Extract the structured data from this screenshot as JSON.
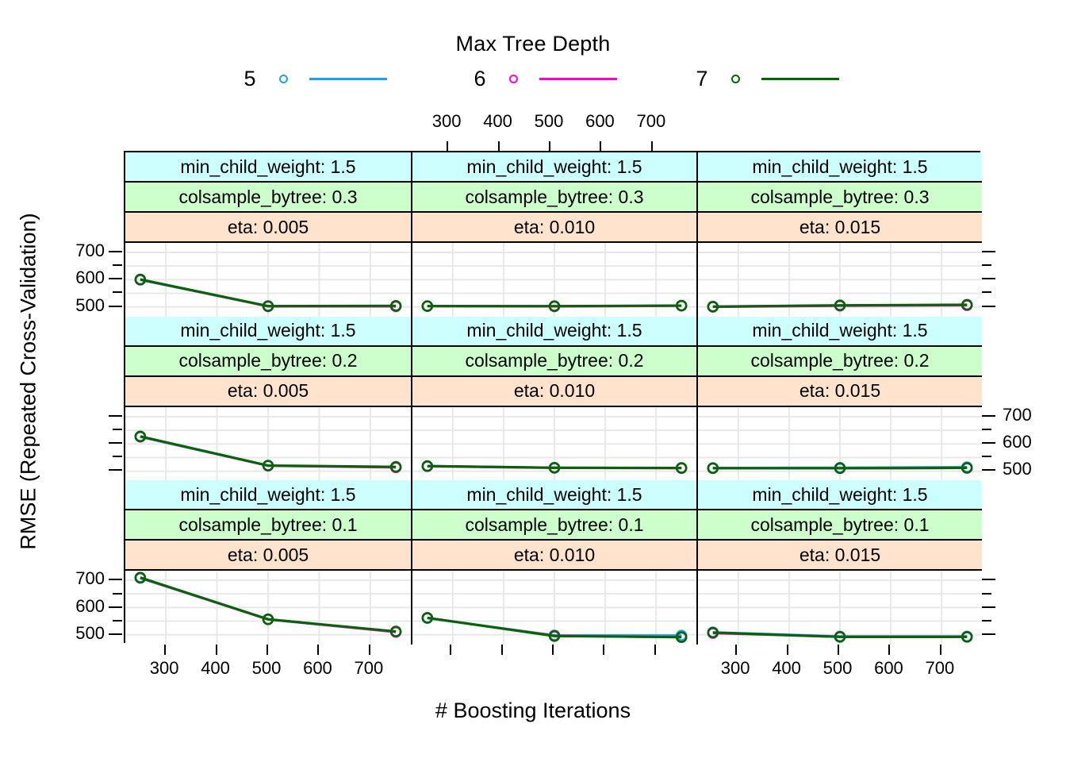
{
  "legend": {
    "title": "Max Tree Depth",
    "entries": [
      {
        "label": "5",
        "color": "#1f9fec",
        "symbol": "open-circle"
      },
      {
        "label": "6",
        "color": "#ff00cc",
        "symbol": "open-circle"
      },
      {
        "label": "7",
        "color": "#006600",
        "symbol": "open-circle"
      }
    ]
  },
  "axes": {
    "xlabel": "# Boosting Iterations",
    "ylabel": "RMSE (Repeated Cross-Validation)",
    "x_ticks": [
      300,
      400,
      500,
      600,
      700
    ],
    "x_tick_labels": [
      "300",
      "400",
      "500",
      "600",
      "700"
    ],
    "xlim": [
      230,
      770
    ],
    "y_major_ticks": [
      500,
      600,
      700
    ],
    "y_major_labels": [
      "500",
      "600",
      "700"
    ],
    "y_minor_ticks": [
      550,
      650
    ],
    "ylim": [
      465,
      735
    ]
  },
  "strip_colors": {
    "min_child_weight": "#ccffff",
    "colsample_bytree": "#ccffcc",
    "eta": "#ffe3cc"
  },
  "chart_data": {
    "type": "line",
    "title": "Max Tree Depth",
    "xlabel": "# Boosting Iterations",
    "ylabel": "RMSE (Repeated Cross-Validation)",
    "xlim": [
      230,
      770
    ],
    "ylim": [
      465,
      735
    ],
    "grid": true,
    "legend_position": "top",
    "x": [
      250,
      500,
      750
    ],
    "panel_rows": [
      {
        "strips": [
          "min_child_weight: 1.5",
          "colsample_bytree: 0.3"
        ],
        "panels": [
          {
            "strips": [
              "min_child_weight: 1.5",
              "colsample_bytree: 0.3",
              "eta: 0.005"
            ],
            "series": [
              {
                "name": "5",
                "values": [
                  599,
                  503,
                  503
                ]
              },
              {
                "name": "6",
                "values": [
                  600,
                  502,
                  502
                ]
              },
              {
                "name": "7",
                "values": [
                  601,
                  503,
                  504
                ]
              }
            ]
          },
          {
            "strips": [
              "min_child_weight: 1.5",
              "colsample_bytree: 0.3",
              "eta: 0.010"
            ],
            "series": [
              {
                "name": "5",
                "values": [
                  503,
                  502,
                  505
                ]
              },
              {
                "name": "6",
                "values": [
                  503,
                  502,
                  504
                ]
              },
              {
                "name": "7",
                "values": [
                  503,
                  503,
                  505
                ]
              }
            ]
          },
          {
            "strips": [
              "min_child_weight: 1.5",
              "colsample_bytree: 0.3",
              "eta: 0.015"
            ],
            "series": [
              {
                "name": "5",
                "values": [
                  501,
                  505,
                  507
                ]
              },
              {
                "name": "6",
                "values": [
                  500,
                  504,
                  506
                ]
              },
              {
                "name": "7",
                "values": [
                  501,
                  506,
                  508
                ]
              }
            ]
          }
        ]
      },
      {
        "strips": [
          "min_child_weight: 1.5",
          "colsample_bytree: 0.2"
        ],
        "panels": [
          {
            "strips": [
              "min_child_weight: 1.5",
              "colsample_bytree: 0.2",
              "eta: 0.005"
            ],
            "series": [
              {
                "name": "5",
                "values": [
                  626,
                  520,
                  515
                ]
              },
              {
                "name": "6",
                "values": [
                  627,
                  520,
                  514
                ]
              },
              {
                "name": "7",
                "values": [
                  628,
                  521,
                  516
                ]
              }
            ]
          },
          {
            "strips": [
              "min_child_weight: 1.5",
              "colsample_bytree: 0.2",
              "eta: 0.010"
            ],
            "series": [
              {
                "name": "5",
                "values": [
                  519,
                  513,
                  512
                ]
              },
              {
                "name": "6",
                "values": [
                  518,
                  512,
                  511
                ]
              },
              {
                "name": "7",
                "values": [
                  519,
                  513,
                  512
                ]
              }
            ]
          },
          {
            "strips": [
              "min_child_weight: 1.5",
              "colsample_bytree: 0.2",
              "eta: 0.015"
            ],
            "series": [
              {
                "name": "5",
                "values": [
                  512,
                  513,
                  515
                ]
              },
              {
                "name": "6",
                "values": [
                  511,
                  511,
                  512
                ]
              },
              {
                "name": "7",
                "values": [
                  511,
                  511,
                  512
                ]
              }
            ]
          }
        ]
      },
      {
        "strips": [
          "min_child_weight: 1.5",
          "colsample_bytree: 0.1"
        ],
        "panels": [
          {
            "strips": [
              "min_child_weight: 1.5",
              "colsample_bytree: 0.1",
              "eta: 0.005"
            ],
            "series": [
              {
                "name": "5",
                "values": [
                  708,
                  556,
                  511
                ]
              },
              {
                "name": "6",
                "values": [
                  709,
                  556,
                  510
                ]
              },
              {
                "name": "7",
                "values": [
                  710,
                  557,
                  512
                ]
              }
            ]
          },
          {
            "strips": [
              "min_child_weight: 1.5",
              "colsample_bytree: 0.1",
              "eta: 0.010"
            ],
            "series": [
              {
                "name": "5",
                "values": [
                  561,
                  498,
                  497
                ]
              },
              {
                "name": "6",
                "values": [
                  562,
                  496,
                  491
                ]
              },
              {
                "name": "7",
                "values": [
                  562,
                  495,
                  491
                ]
              }
            ]
          },
          {
            "strips": [
              "min_child_weight: 1.5",
              "colsample_bytree: 0.1",
              "eta: 0.015"
            ],
            "series": [
              {
                "name": "5",
                "values": [
                  509,
                  494,
                  494
                ]
              },
              {
                "name": "6",
                "values": [
                  506,
                  492,
                  492
                ]
              },
              {
                "name": "7",
                "values": [
                  508,
                  492,
                  492
                ]
              }
            ]
          }
        ]
      }
    ]
  }
}
